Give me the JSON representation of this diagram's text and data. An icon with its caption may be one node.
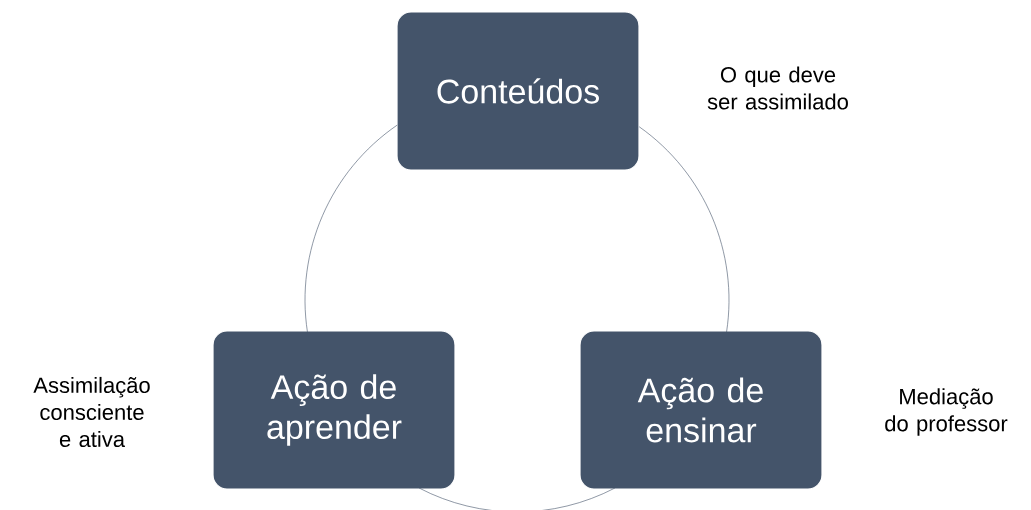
{
  "diagram": {
    "nodes": [
      {
        "text": [
          "Conteúdos"
        ],
        "beside": [
          "O que deve ser assimilado"
        ]
      },
      {
        "text": [
          "Ação de aprender"
        ],
        "beside": [
          "Assimilação consciente e ativa"
        ]
      },
      {
        "text": [
          "Ação de ensinar"
        ],
        "beside": [
          "Mediação do professor"
        ]
      }
    ],
    "edges": [
      {
        "from": 0,
        "to": 2,
        "arrow": "none"
      },
      {
        "from": 2,
        "to": 1,
        "arrow": "none"
      },
      {
        "from": 1,
        "to": 0,
        "arrow": "none"
      }
    ]
  }
}
